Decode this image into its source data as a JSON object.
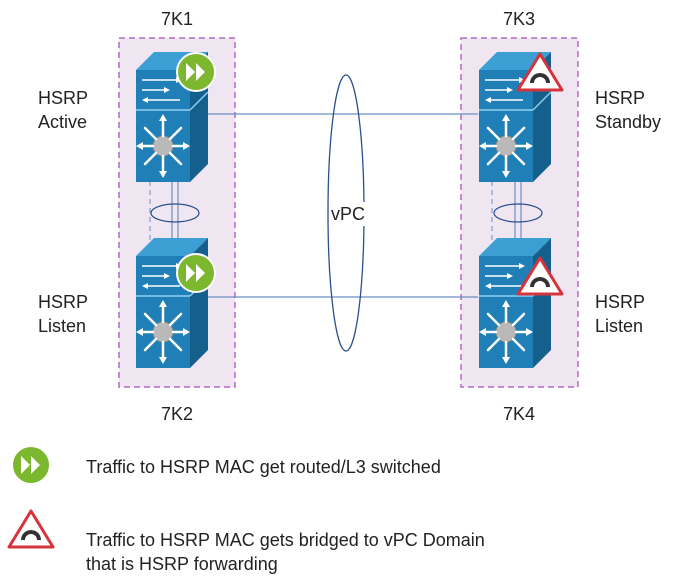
{
  "devices": {
    "k1": {
      "name": "7K1",
      "role_line1": "HSRP",
      "role_line2": "Active",
      "badge": "forward-icon"
    },
    "k2": {
      "name": "7K2",
      "role_line1": "HSRP",
      "role_line2": "Listen",
      "badge": "forward-icon"
    },
    "k3": {
      "name": "7K3",
      "role_line1": "HSRP",
      "role_line2": "Standby",
      "badge": "bridge-warning-icon"
    },
    "k4": {
      "name": "7K4",
      "role_line1": "HSRP",
      "role_line2": "Listen",
      "badge": "bridge-warning-icon"
    }
  },
  "vpc_label": "vPC",
  "legend": {
    "routed_text": "Traffic to HSRP MAC get routed/L3 switched",
    "bridged_text_line1": "Traffic to HSRP MAC gets bridged to vPC Domain",
    "bridged_text_line2": "that is HSRP forwarding"
  },
  "colors": {
    "switch_blue": "#1f7fb6",
    "switch_dark": "#145f8c",
    "domain_fill": "#efe6f2",
    "domain_border": "#b06ac4",
    "forward_green": "#7cb82f",
    "warning_red": "#d6343c",
    "link_line": "#6b8fc2"
  }
}
